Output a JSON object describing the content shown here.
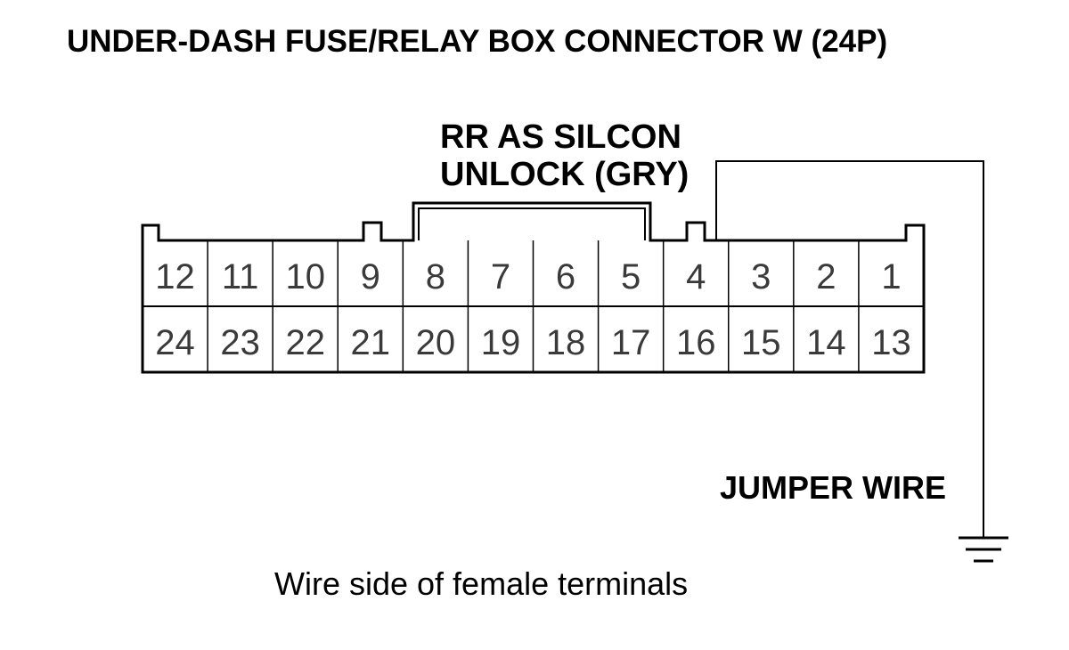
{
  "title": "UNDER-DASH FUSE/RELAY BOX CONNECTOR W (24P)",
  "connector": {
    "top_row": [
      "12",
      "11",
      "10",
      "9",
      "8",
      "7",
      "6",
      "5",
      "4",
      "3",
      "2",
      "1"
    ],
    "bottom_row": [
      "24",
      "23",
      "22",
      "21",
      "20",
      "19",
      "18",
      "17",
      "16",
      "15",
      "14",
      "13"
    ]
  },
  "terminal_label": {
    "line1": "RR AS SILCON",
    "line2": "UNLOCK (GRY)"
  },
  "jumper_label": "JUMPER WIRE",
  "caption": "Wire side of female terminals",
  "icons": {
    "ground": "ground-icon"
  }
}
